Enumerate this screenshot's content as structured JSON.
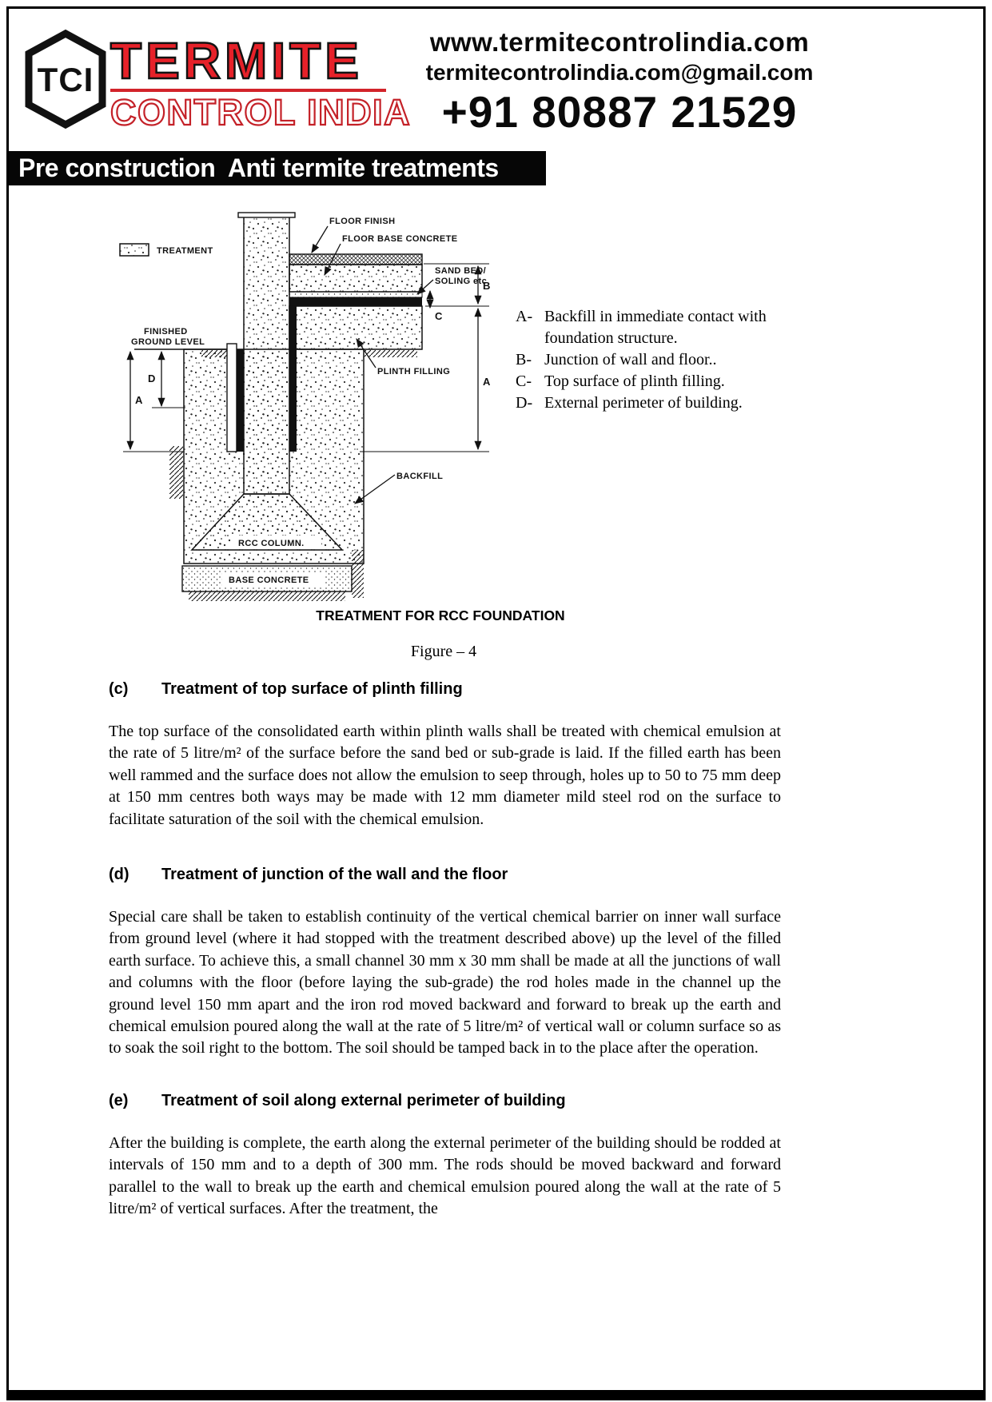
{
  "header": {
    "logo": {
      "monogram": "TCI",
      "brand_line1": "TERMITE",
      "brand_line2": "CONTROL INDIA",
      "accent_red": "#d2232a"
    },
    "contact": {
      "website": "www.termitecontrolindia.com",
      "email": "termitecontrolindia.com@gmail.com",
      "phone": "+91 80887 21529"
    }
  },
  "banner": {
    "title": "Pre construction  Anti termite treatments"
  },
  "figure": {
    "labels": {
      "treatment": "TREATMENT",
      "floor_finish": "FLOOR FINISH",
      "floor_base_concrete": "FLOOR BASE CONCRETE",
      "sand_bed_line1": "SAND BED/",
      "sand_bed_line2": "SOLING etc",
      "finished_ground_line1": "FINISHED",
      "finished_ground_line2": "GROUND LEVEL",
      "plinth_filling": "PLINTH FILLING",
      "backfill": "BACKFILL",
      "rcc_column": "RCC COLUMN.",
      "base_concrete": "BASE CONCRETE",
      "dim_a": "A",
      "dim_b": "B",
      "dim_c": "C",
      "dim_d": "D"
    },
    "legend": [
      {
        "key": "A-",
        "text": "Backfill in immediate contact with foundation structure."
      },
      {
        "key": "B-",
        "text": "Junction of wall and floor.."
      },
      {
        "key": "C-",
        "text": "Top surface of plinth filling."
      },
      {
        "key": "D-",
        "text": "External perimeter of building."
      }
    ],
    "caption": "TREATMENT FOR RCC FOUNDATION",
    "figure_number": "Figure – 4"
  },
  "sections": [
    {
      "id": "(c)",
      "title": "Treatment of top surface of plinth filling",
      "body": "The top surface of the consolidated earth within plinth walls shall be treated with chemical emulsion at the rate of 5 litre/m² of the surface before the sand bed or sub-grade is laid. If the filled earth has been well rammed and the surface does not allow the emulsion to seep through, holes up to 50 to 75 mm deep at 150 mm centres both ways may be made with 12 mm diameter mild steel rod on the surface to facilitate saturation of the soil with the chemical emulsion."
    },
    {
      "id": "(d)",
      "title": "Treatment of junction of the wall and the floor",
      "body": "Special care shall be taken to establish continuity of the vertical chemical barrier on inner wall surface from ground level (where it had stopped with the treatment described above) up the level of the filled earth surface. To achieve this, a small channel 30 mm x 30 mm shall be made at all the junctions of wall and columns with the floor (before laying the sub-grade) the rod holes made in the channel up the ground level 150 mm apart and the iron rod moved backward and forward to break up the earth and chemical emulsion poured along the wall at the rate of 5 litre/m² of vertical wall or column surface so as to soak the soil right to the bottom. The soil should be tamped back in to the place after the operation."
    },
    {
      "id": "(e)",
      "title": "Treatment of soil along external perimeter of building",
      "body": "After the building is complete, the earth along the external perimeter of the building should be rodded at intervals of 150 mm and to a depth of 300 mm. The rods should be moved backward and forward parallel to the wall to break up the earth and chemical emulsion poured along the wall at the rate of 5 litre/m² of vertical surfaces. After the treatment, the"
    }
  ]
}
